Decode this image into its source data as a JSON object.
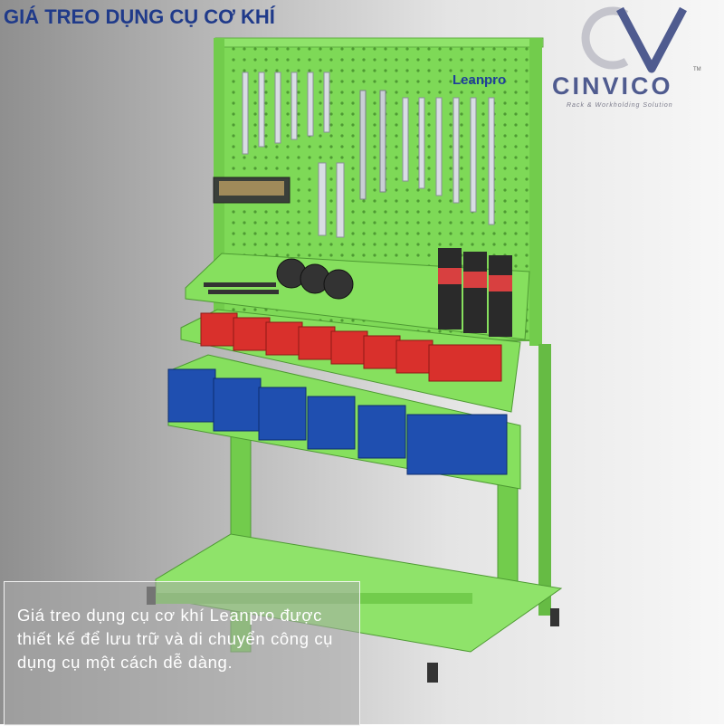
{
  "title": "GIÁ TREO DỤNG CỤ CƠ KHÍ",
  "logo": {
    "name": "CINVICO",
    "trademark": "TM",
    "tagline": "Rack & Workholding Solution",
    "mark_icon": "cv-monogram-icon",
    "color": "#4f5b8f"
  },
  "rack": {
    "brand_label": "Leanpro",
    "frame_color": "#7ed957",
    "red_bin_color": "#d9302c",
    "blue_bin_color": "#1f4fb0",
    "red_bin_count": 8,
    "blue_bin_count": 6
  },
  "caption": "Giá treo dụng cụ cơ khí Leanpro được thiết kế để lưu trữ và di chuyển công cụ dụng cụ một cách dễ dàng."
}
